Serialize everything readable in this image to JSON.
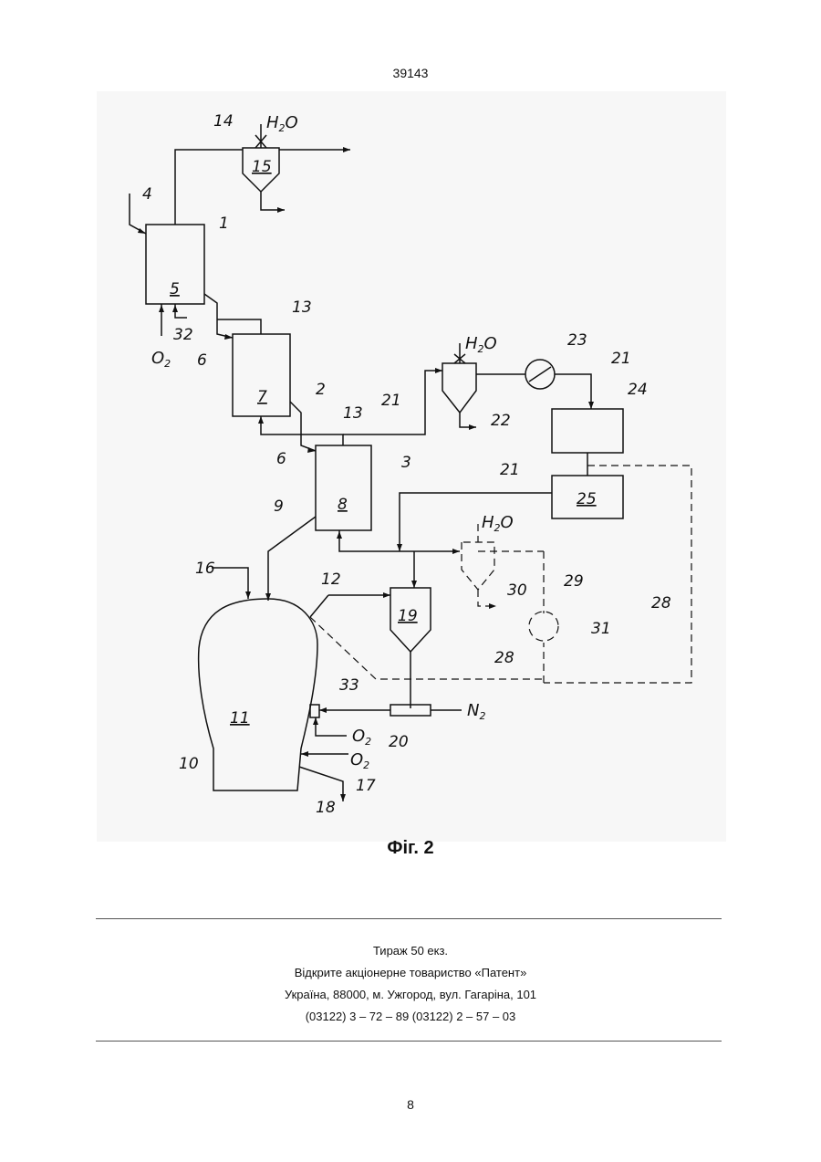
{
  "header": {
    "doc_number": "39143"
  },
  "figure": {
    "caption": "Фіг. 2",
    "water": "H",
    "water_sub": "2",
    "water_o": "O",
    "oxygen": "O",
    "oxygen_sub": "2",
    "nitrogen": "N",
    "nitrogen_sub": "2",
    "numbers": [
      "1",
      "2",
      "3",
      "4",
      "5",
      "6",
      "7",
      "8",
      "9",
      "10",
      "11",
      "12",
      "13",
      "14",
      "15",
      "16",
      "17",
      "18",
      "19",
      "20",
      "21",
      "22",
      "23",
      "24",
      "25",
      "28",
      "29",
      "30",
      "31",
      "32",
      "33"
    ]
  },
  "footer": {
    "line1": "Тираж 50 екз.",
    "line2": "Відкрите акціонерне товариство «Патент»",
    "line3": "Україна, 88000, м. Ужгород, вул. Гагаріна, 101",
    "line4": "(03122) 3 – 72 – 89   (03122) 2 – 57 – 03"
  },
  "page_number": "8"
}
